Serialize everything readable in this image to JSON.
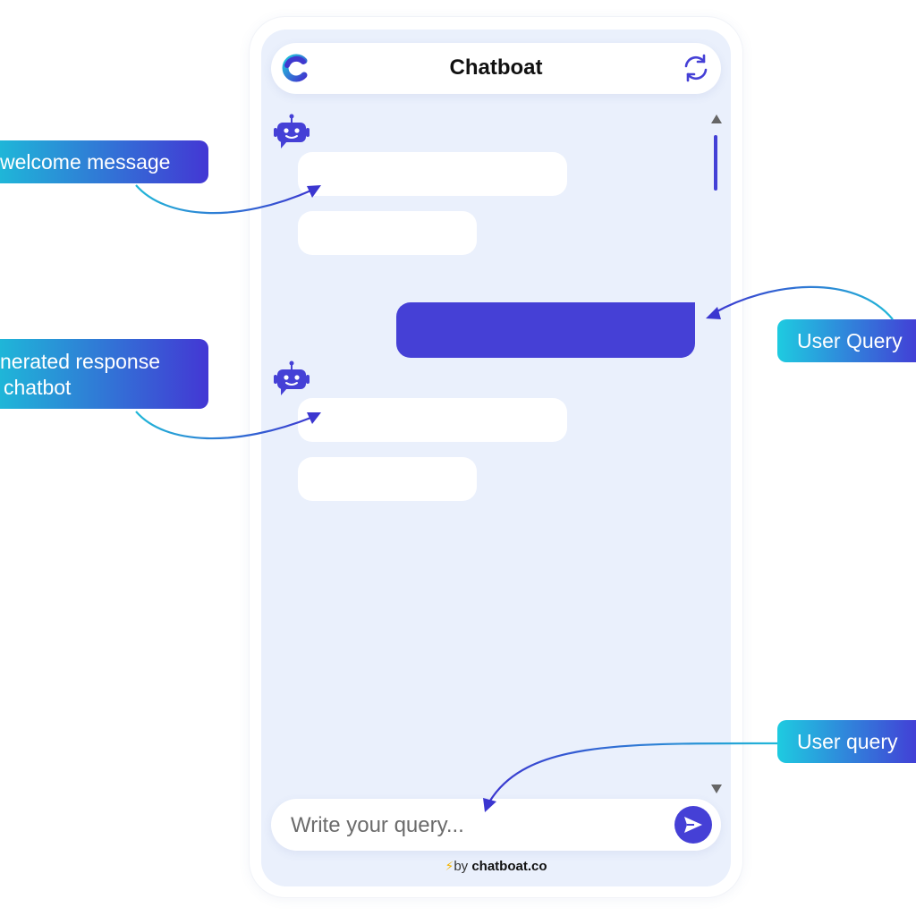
{
  "header": {
    "title": "Chatboat",
    "logo_icon": "chatboat-logo-icon",
    "refresh_icon": "refresh-icon"
  },
  "chat": {
    "bot_icon": "robot-icon",
    "messages": [
      {
        "role": "bot",
        "text": ""
      },
      {
        "role": "bot",
        "text": ""
      },
      {
        "role": "user",
        "text": ""
      },
      {
        "role": "bot",
        "text": ""
      },
      {
        "role": "bot",
        "text": ""
      }
    ]
  },
  "input": {
    "placeholder": "Write your query...",
    "value": "",
    "send_icon": "send-icon"
  },
  "footer": {
    "prefix": "by",
    "brand": "chatboat.co",
    "icon": "lightning-icon"
  },
  "annotations": {
    "welcome": "welcome message",
    "generated_line1": "nerated response",
    "generated_line2": "chatbot",
    "user_query_1": "User Query",
    "user_query_2": "User query"
  },
  "colors": {
    "accent": "#4540d6",
    "panel_bg": "#eaf0fc",
    "callout_start": "#1fb6d8",
    "callout_end": "#4337d4",
    "bolt": "#f4b400"
  }
}
